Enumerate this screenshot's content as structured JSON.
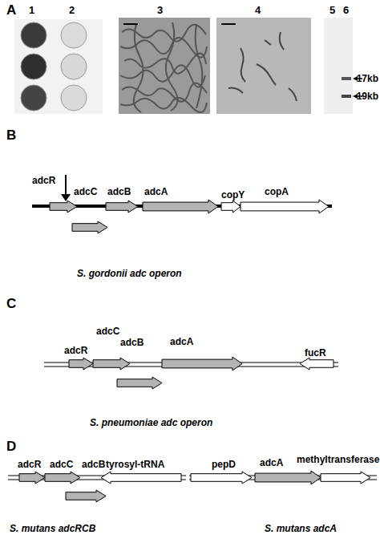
{
  "diagram": {
    "nodes": [
      {
        "text": [
          "adcR"
        ]
      },
      {
        "text": [
          "adcC"
        ]
      },
      {
        "text": [
          "adcB"
        ]
      },
      {
        "text": [
          "adcA"
        ]
      },
      {
        "text": [
          "copY"
        ]
      },
      {
        "text": [
          "copA"
        ]
      },
      {
        "text": [
          "adcR"
        ]
      },
      {
        "text": [
          "adcC"
        ]
      },
      {
        "text": [
          "adcB"
        ]
      },
      {
        "text": [
          "adcA"
        ]
      },
      {
        "text": [
          "fucR"
        ]
      },
      {
        "text": [
          "adcR"
        ]
      },
      {
        "text": [
          "adcC"
        ]
      },
      {
        "text": [
          "adcB"
        ]
      },
      {
        "text": [
          "tyrosyl-tRNA"
        ]
      },
      {
        "text": [
          "pepD"
        ]
      },
      {
        "text": [
          "adcA"
        ]
      },
      {
        "text": [
          "methyltransferase"
        ]
      }
    ],
    "labels": [
      "A",
      "1",
      "2",
      "3",
      "4",
      "5",
      "6",
      "17kb",
      "19kb",
      "B",
      "S. gordonii adc operon",
      "C",
      "S. pneumoniae adc operon",
      "D",
      "S. mutans adcRCB",
      "S. mutans adcA"
    ]
  }
}
